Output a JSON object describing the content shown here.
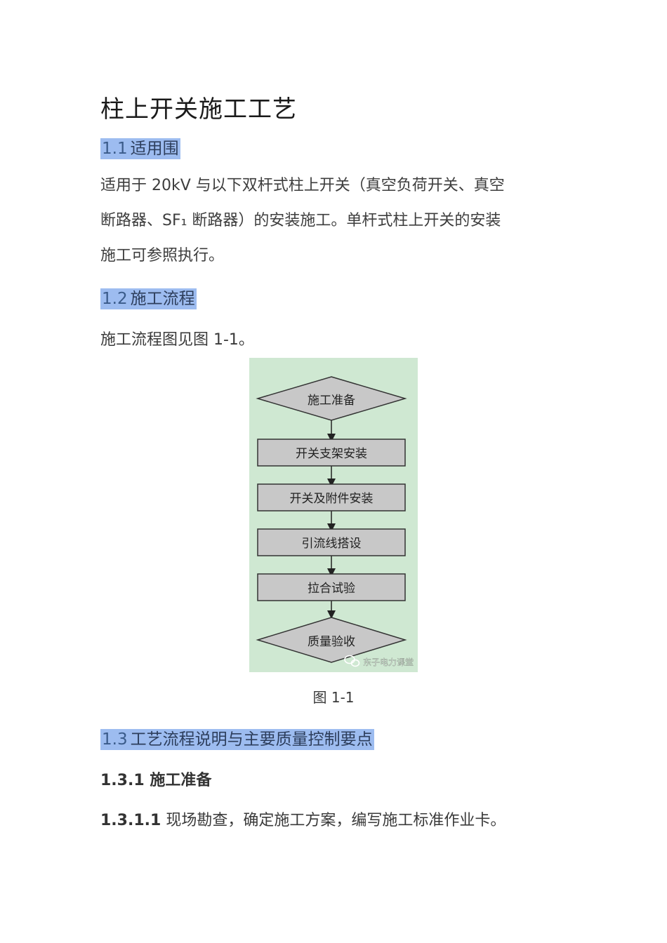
{
  "document": {
    "title": "柱上开关施工工艺",
    "sections": [
      {
        "num": "1.1",
        "heading": "适用围"
      },
      {
        "num": "1.2",
        "heading": "施工流程"
      },
      {
        "num": "1.3",
        "heading": "工艺流程说明与主要质量控制要点"
      }
    ],
    "scope_lines": [
      "适用于 20kV 与以下双杆式柱上开关（真空负荷开关、真空",
      "断路器、SF₁ 断路器）的安装施工。单杆式柱上开关的安装",
      "施工可参照执行。"
    ],
    "flow_ref": "施工流程图见图 1-1。",
    "figure": {
      "steps": [
        {
          "label": "施工准备",
          "shape": "diamond"
        },
        {
          "label": "开关支架安装",
          "shape": "rect"
        },
        {
          "label": "开关及附件安装",
          "shape": "rect"
        },
        {
          "label": "引流线搭设",
          "shape": "rect"
        },
        {
          "label": "拉合试验",
          "shape": "rect"
        },
        {
          "label": "质量验收",
          "shape": "diamond"
        }
      ],
      "watermark": "东子电力课堂",
      "colors": {
        "background": "#cfe8d2",
        "box_fill": "#c8c8c8",
        "stroke": "#333333"
      }
    },
    "caption": "图 1-1",
    "subsection": {
      "num": "1.3.1",
      "heading": "施工准备"
    },
    "item": {
      "num": "1.3.1.1",
      "text": "现场勘查，确定施工方案，编写施工标准作业卡。"
    }
  }
}
